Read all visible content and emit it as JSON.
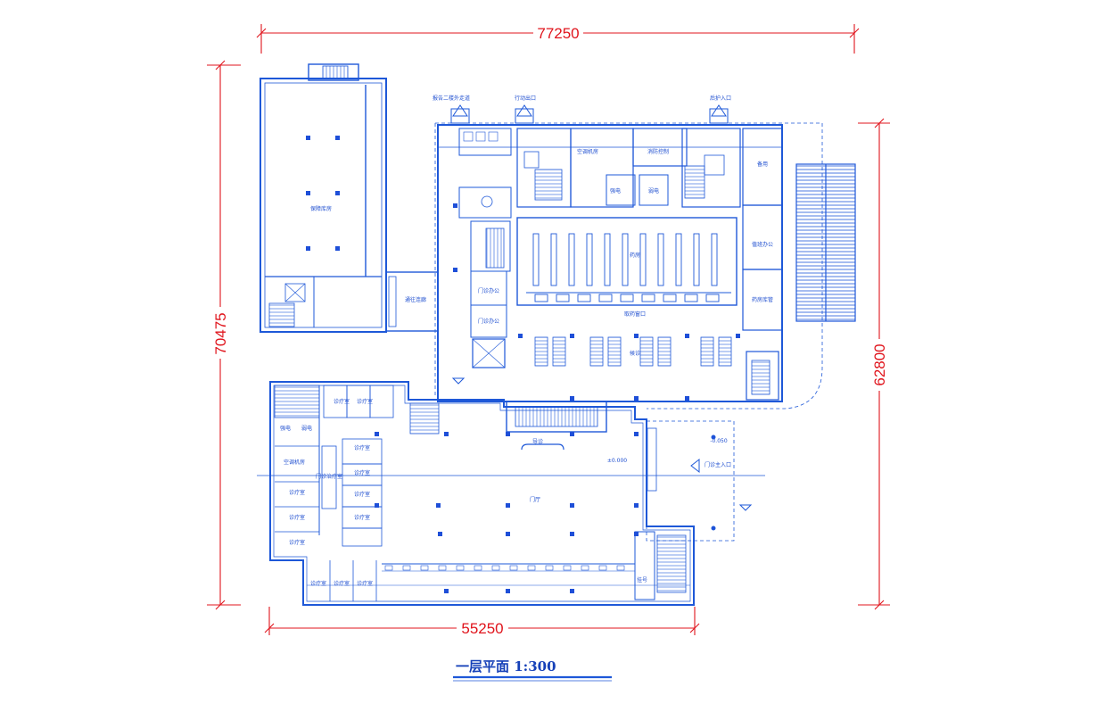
{
  "dimensions": {
    "top_width": "77250",
    "bottom_width": "55250",
    "left_height": "70475",
    "right_height": "62800"
  },
  "title": "一层平面 1:300",
  "rooms": {
    "warehouse": "保障库房",
    "corridor": "通往连廊",
    "nurse_entrance": "报告二楼外走道",
    "ambulance_entrance": "行动出口",
    "rear_entrance": "后护入口",
    "pharmacy": "药房",
    "window": "取药窗口",
    "waiting": "候诊",
    "hall": "门厅",
    "main_entrance": "门诊主入口",
    "consult": "导诊",
    "registration": "挂号",
    "clinic": "诊疗室",
    "office_a": "门诊办公",
    "office_b": "门诊办公",
    "power": "强电",
    "weak": "弱电",
    "reserve": "备用",
    "duty": "值班办公",
    "pharmacy_office": "药房库管",
    "ac_room": "空调机房",
    "mech": "消防控制",
    "stairs": "门诊治疗室",
    "elevation_a": "±0.000",
    "elevation_b": "-0.050"
  },
  "colors": {
    "plan_lines": "#1e58d8",
    "dimension_lines": "#e0141c",
    "columns": "#1e4fd8"
  }
}
